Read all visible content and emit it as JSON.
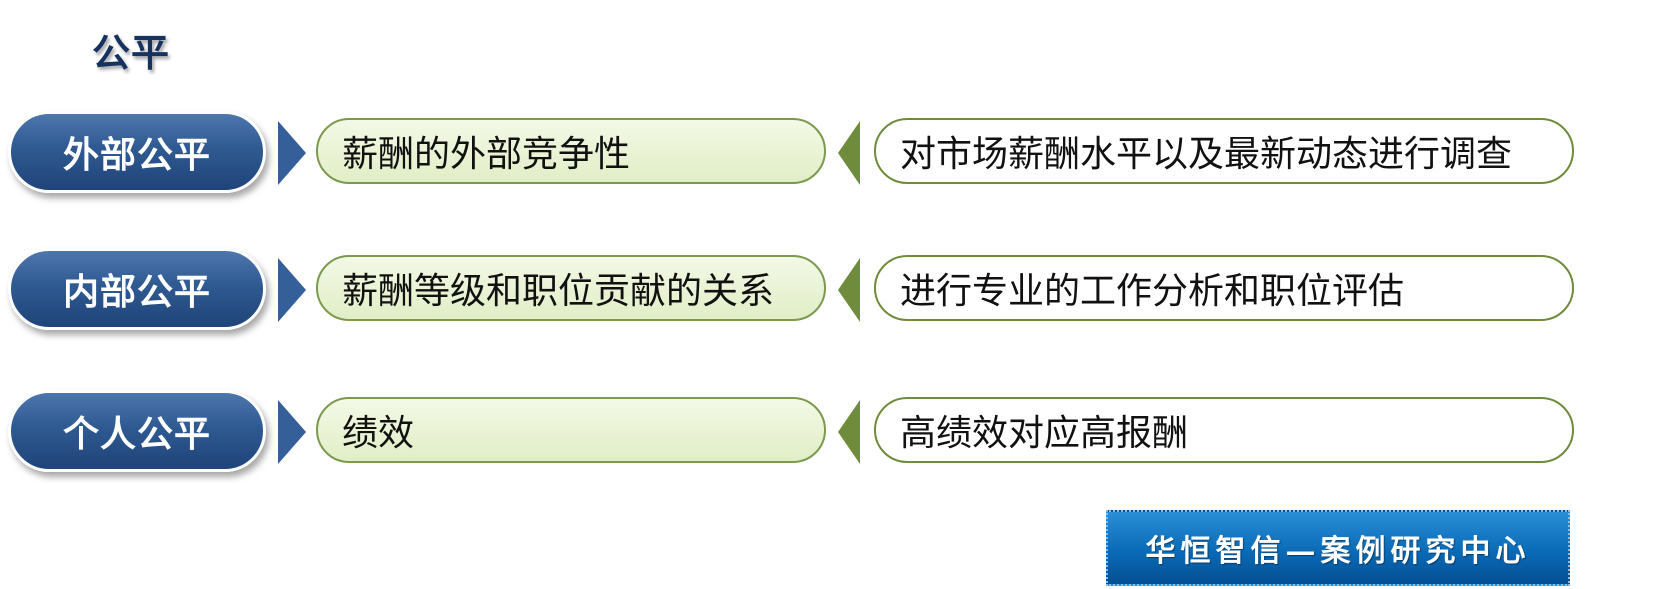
{
  "page": {
    "title": "公平"
  },
  "rows": [
    {
      "label": "外部公平",
      "topic": "薪酬的外部竞争性",
      "action": "对市场薪酬水平以及最新动态进行调查"
    },
    {
      "label": "内部公平",
      "topic": "薪酬等级和职位贡献的关系",
      "action": "进行专业的工作分析和职位评估"
    },
    {
      "label": "个人公平",
      "topic": "绩效",
      "action": "高绩效对应高报酬"
    }
  ],
  "brand": {
    "text": "华恒智信—案例研究中心"
  },
  "colors": {
    "label_blue": "#2f5a91",
    "topic_fill": "#e1eec6",
    "accent_green": "#6f8b3c",
    "brand_blue": "#0a6ab7"
  }
}
